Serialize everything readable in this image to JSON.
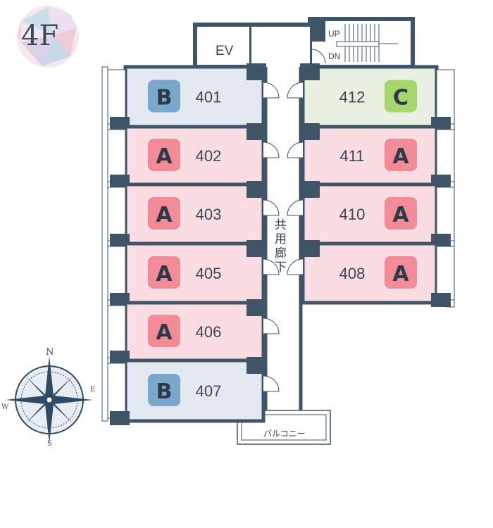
{
  "floor_label": "4F",
  "elevator_label": "EV",
  "stairs": {
    "up_label": "UP",
    "down_label": "DN"
  },
  "corridor_label": "共用廊下",
  "balcony_label": "バルコニー",
  "compass": {
    "north": "N",
    "south": "S",
    "east": "E",
    "west": "W"
  },
  "unit_types": {
    "A": {
      "color": "#fadce3",
      "badge_color": "#f28b96"
    },
    "B": {
      "color": "#e4e9f1",
      "badge_color": "#7aa7cc"
    },
    "C": {
      "color": "#e9f0e2",
      "badge_color": "#a6d66e"
    }
  },
  "units": [
    {
      "number": "401",
      "type": "B"
    },
    {
      "number": "402",
      "type": "A"
    },
    {
      "number": "403",
      "type": "A"
    },
    {
      "number": "405",
      "type": "A"
    },
    {
      "number": "406",
      "type": "A"
    },
    {
      "number": "407",
      "type": "B"
    },
    {
      "number": "412",
      "type": "C"
    },
    {
      "number": "411",
      "type": "A"
    },
    {
      "number": "410",
      "type": "A"
    },
    {
      "number": "408",
      "type": "A"
    }
  ]
}
